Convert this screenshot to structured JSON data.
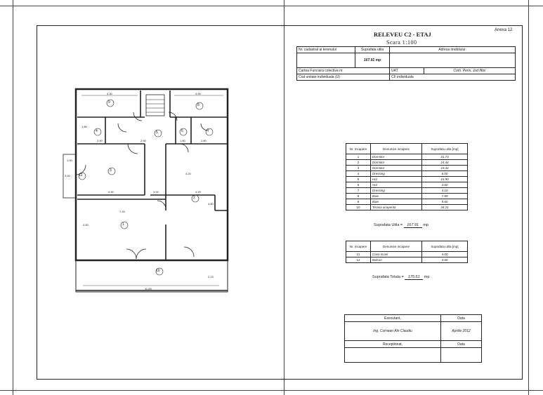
{
  "annex_label": "Anexa 12",
  "title": "RELEVEU C2 - ETAJ",
  "scale": "Scara 1:100",
  "header_table": {
    "cadastral_label": "Nr. cadastral al terenului",
    "area_label": "Suprafata utila",
    "address_label": "Adresa imobilului:",
    "area_value": "167.91 mp",
    "land_book_label": "Cartea Funciara colectiva nr.",
    "uat_label": "UAT",
    "uat_value": "Com. Peris, Jud Ilfov",
    "unit_code_label": "Cod unitate individuala (U)",
    "cf_label": "CF individuala"
  },
  "rooms_table": {
    "headers": [
      "Nr. Incapere",
      "Denumire incapere",
      "Suprafata utila [mp]"
    ],
    "rows": [
      [
        "1",
        "Dormitor",
        "31.73"
      ],
      [
        "2",
        "Dormitor",
        "24.44"
      ],
      [
        "3",
        "Dormitor",
        "19.44"
      ],
      [
        "4",
        "Dressing",
        "6.00"
      ],
      [
        "5",
        "Hol",
        "15.90"
      ],
      [
        "6",
        "Hol",
        "3.60"
      ],
      [
        "7",
        "Dressing",
        "4.10"
      ],
      [
        "8",
        "Baie",
        "7.89"
      ],
      [
        "9",
        "Baie",
        "9.60"
      ],
      [
        "10",
        "Terasa acoperita",
        "34.21"
      ]
    ]
  },
  "useful_area": {
    "label": "Suprafata Utila =",
    "value": "167.91",
    "unit": "mp"
  },
  "extra_table": {
    "headers": [
      "Nr. Incapere",
      "Denumire incapere",
      "Suprafata utila [mp]"
    ],
    "rows": [
      [
        "11",
        "Casa scarii",
        "4.00"
      ],
      [
        "12",
        "Balcon",
        "3.60"
      ]
    ]
  },
  "total_area": {
    "label": "Suprafata Totala =",
    "value": "175.51",
    "unit": "mp"
  },
  "signature_table": {
    "executed_label": "Executant,",
    "date_label": "Data",
    "engineer": "Ing. Cornean Aln Claudiu",
    "date_value": "Aprilie 2012",
    "received_label": "Receptionat,",
    "date_label_2": "Data"
  },
  "plan": {
    "room_numbers": [
      "1",
      "2",
      "3",
      "4",
      "5",
      "6",
      "7",
      "8",
      "9",
      "10",
      "12"
    ],
    "dimensions": [
      "4.30",
      "4.30",
      "2.90",
      "2.90",
      "1.80",
      "1.80",
      "4.30",
      "4.20",
      "4.80",
      "7.25",
      "11.65",
      "3.00",
      "2.23",
      "1.00",
      "3.00",
      "4.50",
      "4.20",
      "1.80"
    ]
  }
}
